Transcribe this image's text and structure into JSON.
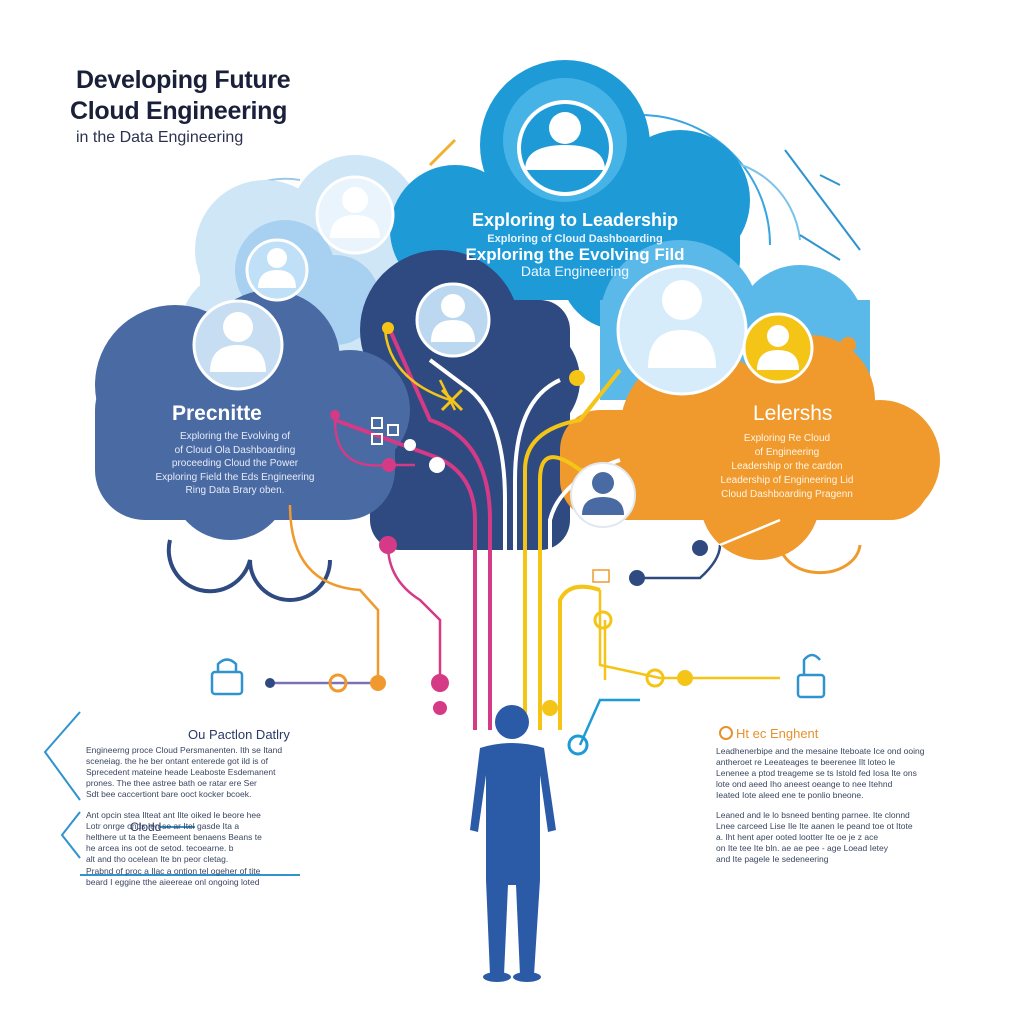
{
  "title": {
    "line1": "Developing Future",
    "line2": "Cloud Engineering",
    "subtitle": "in the Data Engineering"
  },
  "top_cloud": {
    "heading": "Exploring to Leadership",
    "small": "Exploring of Cloud Dashboarding",
    "heading2": "Exploring the Evolving Fild",
    "line3": "Data Engineering"
  },
  "left_cloud": {
    "title": "Precnitte",
    "body": [
      "Exploring the Evolving of",
      "of Cloud Ola Dashboarding",
      "proceeding Cloud the Power",
      "Exploring Field the Eds Engineering",
      "Ring Data Brary oben."
    ]
  },
  "right_cloud": {
    "title": "Lelershs",
    "body": [
      "Exploring Re Cloud",
      "of Engineering",
      "Leadership or the cardon",
      "Leadership of Engineering Lid",
      "Cloud Dashboarding Pragenn"
    ]
  },
  "left_section": {
    "title": "Ou Pactlon Datlry",
    "cloud_label": "Clodd",
    "paragraph1": [
      "Engineerng proce Cloud Persmanenten. Ith se Itand",
      "sceneiag. the he ber ontant enterede got ild is of",
      "Sprecedent mateine heade Leaboste Esdemanent",
      "prones. The thee astree bath oe ratar ere Ser",
      "Sdt bee caccertiont bare ooct kocker bcoek."
    ],
    "paragraph2": [
      "Ant opcin stea Ilteat ant Ilte oiked le beore hee",
      "Lotr onrge onds Ien se ar Itel gasde Ita a",
      "helthere ut ta the Eeemeent benaens Beans te",
      "he arcea ins oot de setod. tecoearne. b",
      "alt and tho ocelean Ite bn peor cletag."
    ],
    "paragraph3": [
      "Prabnd of proc a Ilac a ontion tel ogeher of tite",
      "beard I eggine tthe aieereae onl ongoing loted"
    ]
  },
  "right_section": {
    "title": "Ht ec Enghent",
    "paragraph1": [
      "Leadhenerbipe and the mesaine Iteboate Ice ond ooing",
      "antheroet re Leeateages te beerenee Ilt loteo le",
      "Lenenee a ptod treageme se ts Istold fed Iosa Ite ons",
      "lote ond aeed Iho aneest oeange to nee Itehnd",
      "Ieated Iote aleed ene te ponlio bneone."
    ],
    "paragraph2": [
      "Leaned and le lo bsneed benting parnee. Ite clonnd",
      "Lnee carceed Lise Ile Ite aanen Ie peand toe ot Itote",
      "a. Iht hent aper ooted lootter Ite oe je z ace",
      "on Ite tee Ite bln. ae ae pee - age Loead Ietey",
      "and Ite pagele Ie sedeneering"
    ]
  },
  "colors": {
    "navy": "#2f4a80",
    "steel_blue": "#4a6aa3",
    "sky_blue": "#1e9bd7",
    "light_blue": "#7fc6ef",
    "pale_blue": "#cfe6f7",
    "orange": "#f09a2e",
    "yellow": "#f4c417",
    "magenta": "#d43a86",
    "figure": "#2b5aa6"
  },
  "icons": [
    "person-icon",
    "padlock-icon",
    "padlock-open-icon",
    "target-icon",
    "grid-icon",
    "arrow-icon"
  ]
}
